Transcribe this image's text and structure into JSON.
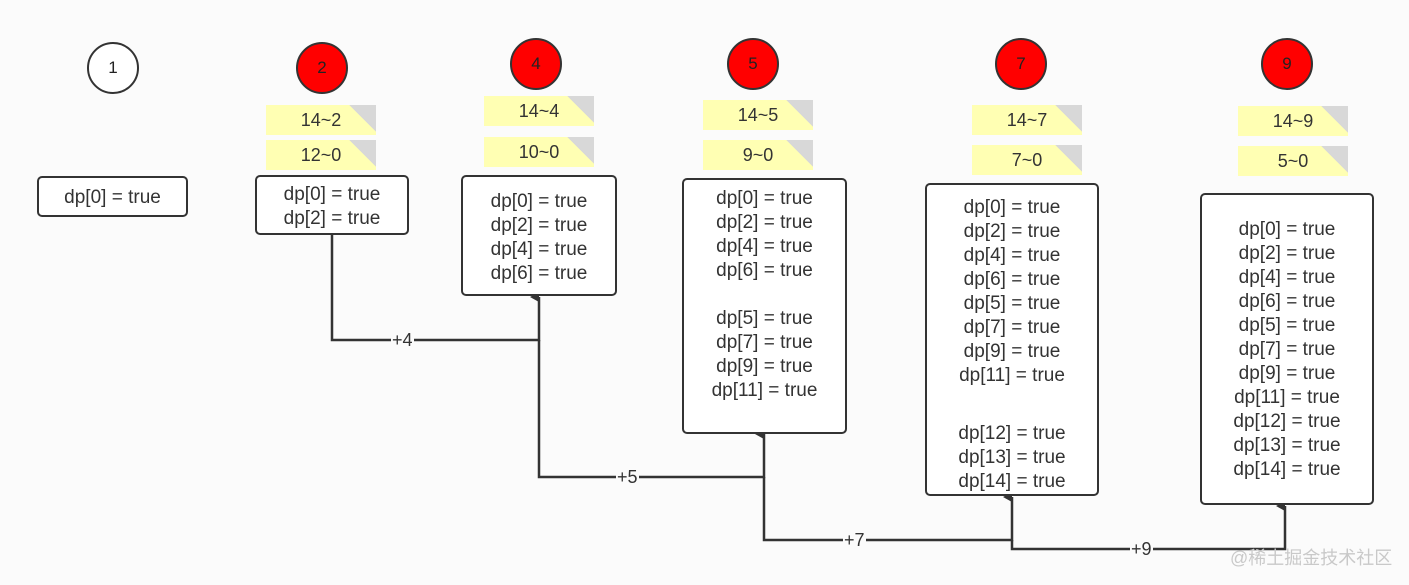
{
  "nodes": [
    {
      "id": "1",
      "label": "1",
      "highlighted": false,
      "notes": [],
      "dp": [
        "dp[0] = true"
      ]
    },
    {
      "id": "2",
      "label": "2",
      "highlighted": true,
      "notes": [
        "14~2",
        "12~0"
      ],
      "dp": [
        "dp[0] = true",
        "dp[2] = true"
      ]
    },
    {
      "id": "4",
      "label": "4",
      "highlighted": true,
      "notes": [
        "14~4",
        "10~0"
      ],
      "dp": [
        "dp[0] = true",
        "dp[2] = true",
        "dp[4] = true",
        "dp[6] = true"
      ]
    },
    {
      "id": "5",
      "label": "5",
      "highlighted": true,
      "notes": [
        "14~5",
        "9~0"
      ],
      "dp": [
        "dp[0] = true",
        "dp[2] = true",
        "dp[4] = true",
        "dp[6] = true",
        "",
        "dp[5] = true",
        "dp[7] = true",
        "dp[9] = true",
        "dp[11] = true"
      ]
    },
    {
      "id": "7",
      "label": "7",
      "highlighted": true,
      "notes": [
        "14~7",
        "7~0"
      ],
      "dp": [
        "dp[0] = true",
        "dp[2] = true",
        "dp[4] = true",
        "dp[6] = true",
        "dp[5] = true",
        "dp[7] = true",
        "dp[9] = true",
        "dp[11] = true",
        "",
        "",
        "dp[12] = true",
        "dp[13] = true",
        "dp[14] = true"
      ]
    },
    {
      "id": "9",
      "label": "9",
      "highlighted": true,
      "notes": [
        "14~9",
        "5~0"
      ],
      "dp": [
        "dp[0] = true",
        "dp[2] = true",
        "dp[4] = true",
        "dp[6] = true",
        "dp[5] = true",
        "dp[7] = true",
        "dp[9] = true",
        "dp[11] = true",
        "dp[12] = true",
        "dp[13] = true",
        "dp[14] = true"
      ]
    }
  ],
  "edges": [
    {
      "from": "2",
      "to": "4",
      "label": "+4"
    },
    {
      "from": "4",
      "to": "5",
      "label": "+5"
    },
    {
      "from": "5",
      "to": "7",
      "label": "+7"
    },
    {
      "from": "7",
      "to": "9",
      "label": "+9"
    }
  ],
  "colors": {
    "highlight": "#ff0000",
    "note": "#ffffb3",
    "stroke": "#333333"
  },
  "watermark": "@稀土掘金技术社区"
}
